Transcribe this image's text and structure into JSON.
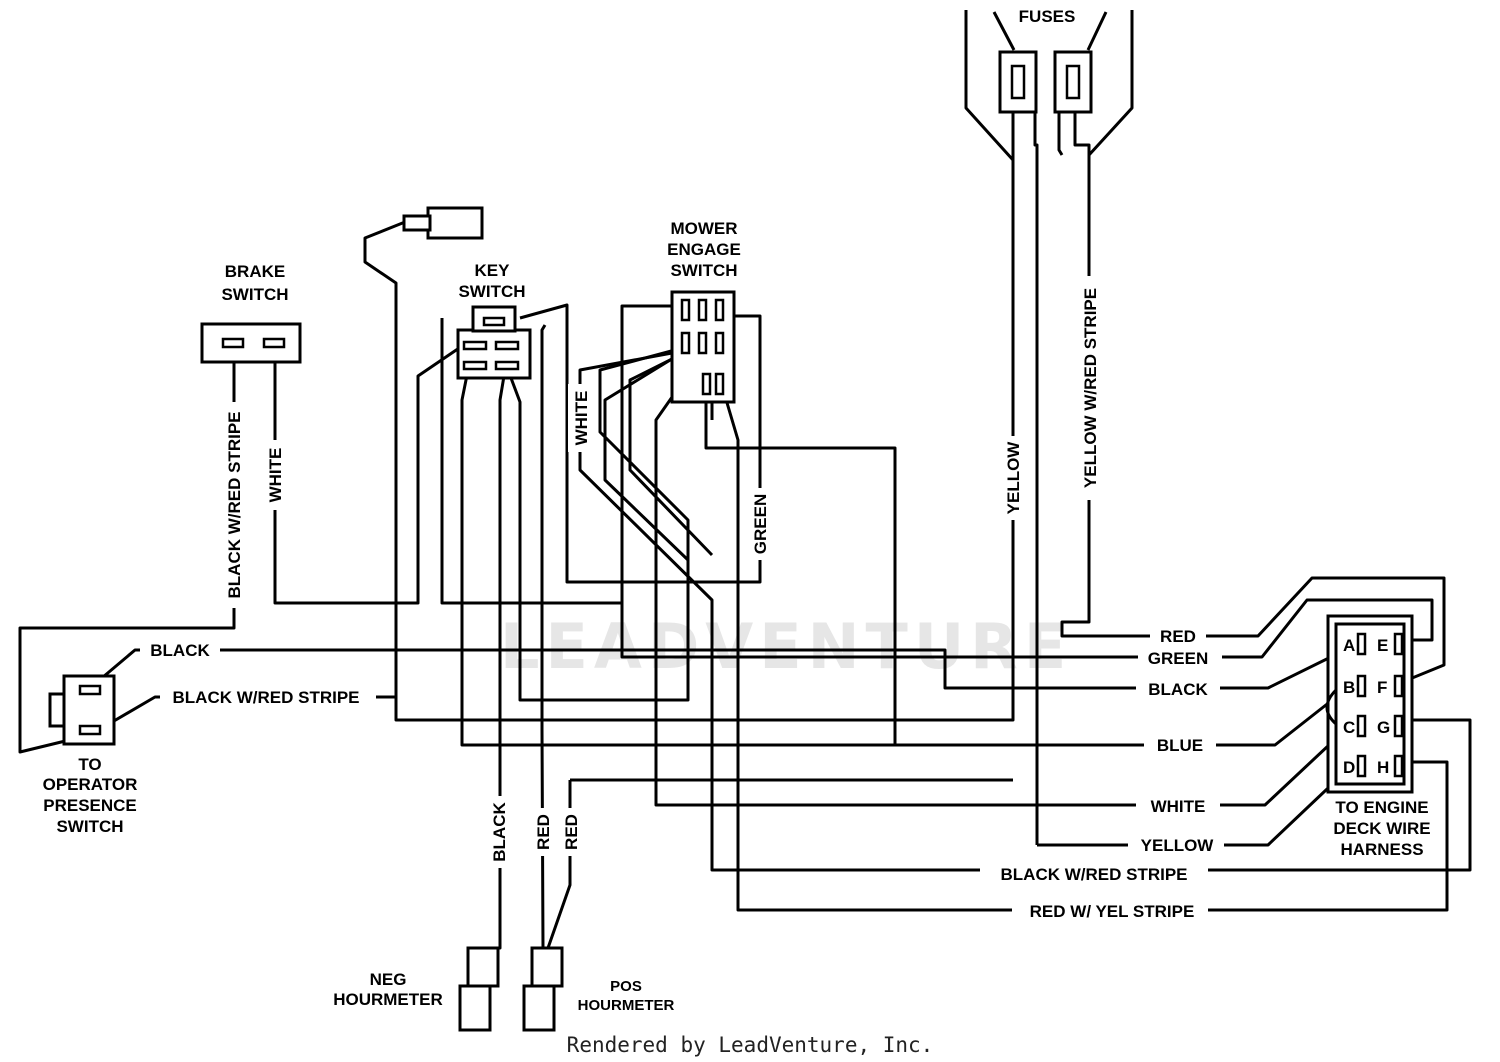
{
  "watermark": "LEADVENTURE",
  "footer": "Rendered by LeadVenture, Inc.",
  "components": {
    "fuses": "FUSES",
    "brake_switch": [
      "BRAKE",
      "SWITCH"
    ],
    "key_switch": [
      "KEY",
      "SWITCH"
    ],
    "mower_engage_switch": [
      "MOWER",
      "ENGAGE",
      "SWITCH"
    ],
    "operator_presence": [
      "TO",
      "OPERATOR",
      "PRESENCE",
      "SWITCH"
    ],
    "engine_deck_harness": [
      "TO ENGINE",
      "DECK WIRE",
      "HARNESS"
    ],
    "neg_hourmeter": [
      "NEG",
      "HOURMETER"
    ],
    "pos_hourmeter": [
      "POS",
      "HOURMETER"
    ]
  },
  "connector_pins": [
    "A",
    "B",
    "C",
    "D",
    "E",
    "F",
    "G",
    "H"
  ],
  "wire_labels": {
    "brake_black_red": "BLACK W/RED STRIPE",
    "brake_white": "WHITE",
    "mower_white": "WHITE",
    "mower_green": "GREEN",
    "fuse_yellow": "YELLOW",
    "fuse_yellow_red": "YELLOW W/RED STRIPE",
    "op_black": "BLACK",
    "op_black_red": "BLACK W/RED STRIPE",
    "hour_black": "BLACK",
    "hour_red_1": "RED",
    "hour_red_2": "RED",
    "h_red": "RED",
    "h_green": "GREEN",
    "h_black": "BLACK",
    "h_blue": "BLUE",
    "h_white": "WHITE",
    "h_yellow": "YELLOW",
    "h_black_red": "BLACK W/RED STRIPE",
    "h_red_yel": "RED W/ YEL STRIPE"
  }
}
